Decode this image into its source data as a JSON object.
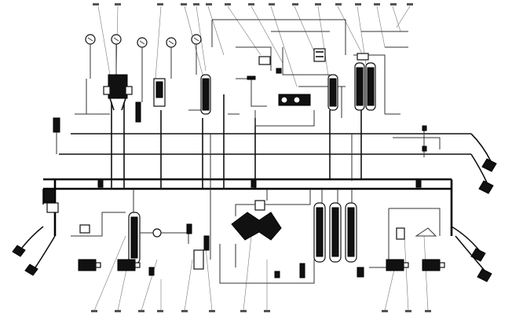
{
  "diagram": {
    "type": "schematic",
    "background": "#ffffff",
    "line_color": "#111111",
    "callout_labels_legible": false,
    "components": {
      "gauges": 5,
      "cylinders": 8,
      "hoses": 6,
      "motor_blocks": 4
    }
  }
}
